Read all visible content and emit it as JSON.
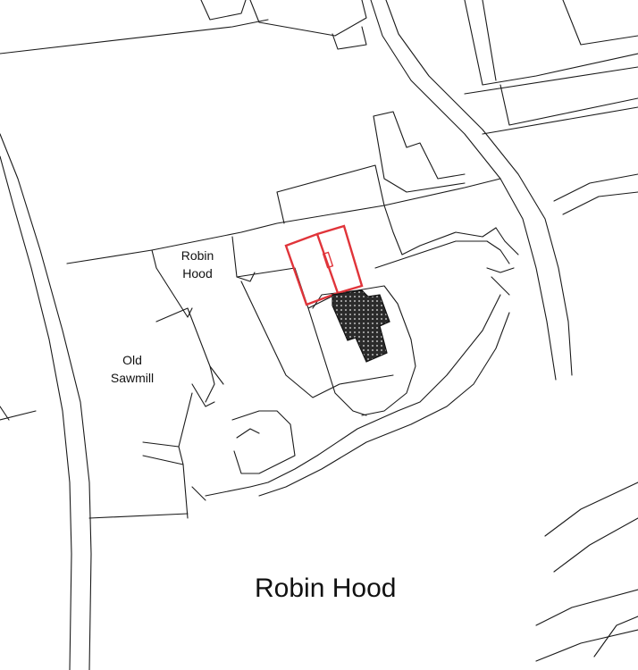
{
  "labels": {
    "robin_hood_small": [
      "Robin",
      "Hood"
    ],
    "old_sawmill": [
      "Old",
      "Sawmill"
    ],
    "place_name": "Robin Hood"
  },
  "colors": {
    "background": "#ffffff",
    "lines": "#1a1a1a",
    "site_outline": "#e0343a",
    "building_fill": "#3a3a3a"
  }
}
